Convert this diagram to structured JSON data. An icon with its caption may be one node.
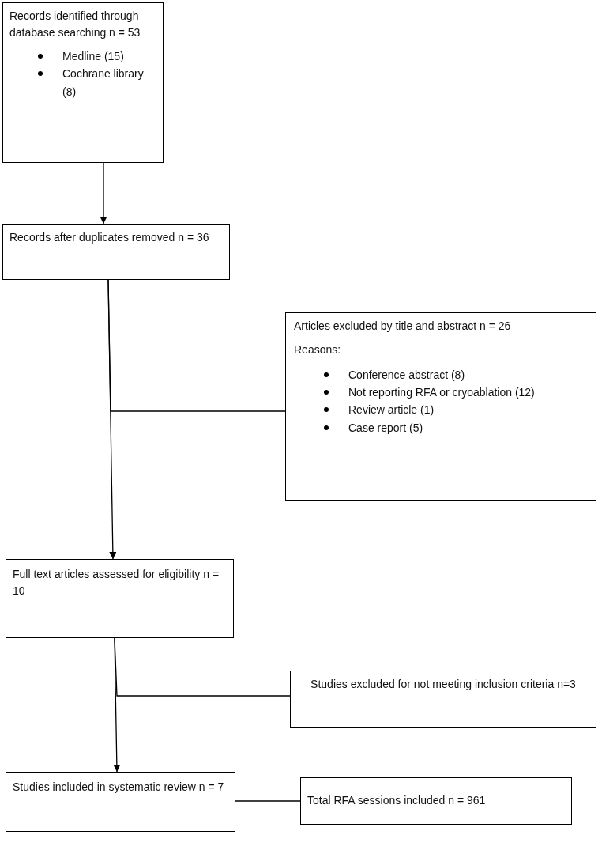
{
  "diagram": {
    "nodes": [
      {
        "text": [
          "Records identified through database searching n = 53",
          "Medline (15)",
          "Cochrane library (8)"
        ]
      },
      {
        "text": [
          "Records after duplicates removed n = 36"
        ]
      },
      {
        "text": [
          "Articles excluded by title and abstract n = 26",
          "Reasons:",
          "Conference abstract (8)",
          "Not reporting RFA or cryoablation (12)",
          "Review article (1)",
          "Case report (5)"
        ]
      },
      {
        "text": [
          "Full text articles assessed for eligibility n = 10"
        ]
      },
      {
        "text": [
          "Studies excluded for not meeting inclusion criteria n=3"
        ]
      },
      {
        "text": [
          "Studies included in systematic review n = 7"
        ]
      },
      {
        "text": [
          "Total RFA sessions included n = 961"
        ]
      }
    ],
    "edges": [
      {
        "from": 0,
        "to": 1,
        "arrow": "to"
      },
      {
        "from": 1,
        "to": 3,
        "arrow": "to"
      },
      {
        "from": 1,
        "to": 2,
        "arrow": "none"
      },
      {
        "from": 3,
        "to": 5,
        "arrow": "to"
      },
      {
        "from": 3,
        "to": 4,
        "arrow": "none"
      },
      {
        "from": 5,
        "to": 6,
        "arrow": "none"
      }
    ]
  }
}
